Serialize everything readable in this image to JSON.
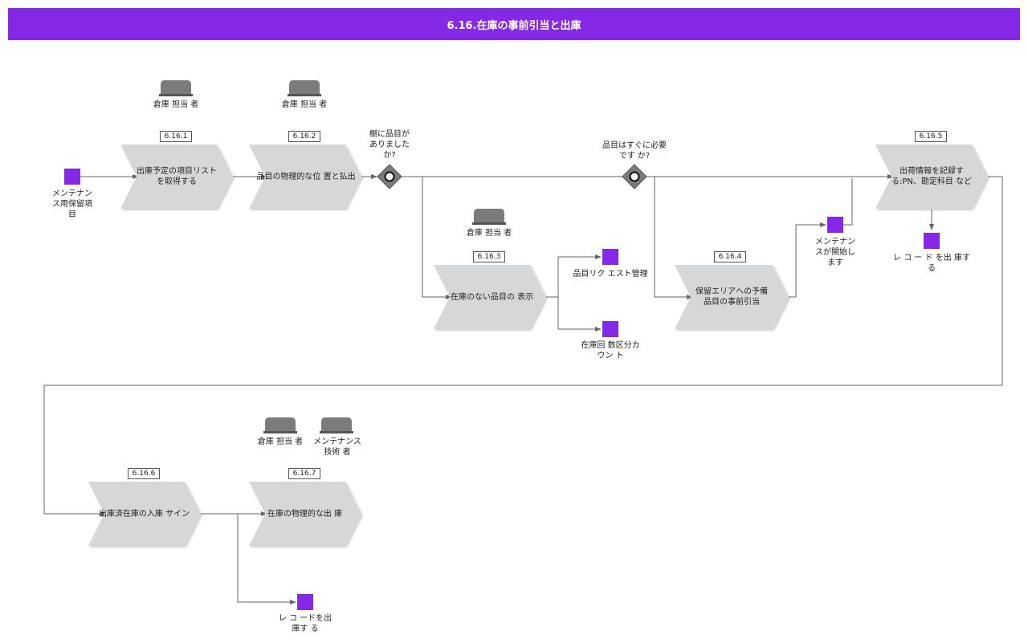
{
  "title": "6.16.在庫の事前引当と出庫",
  "colors": {
    "header": "#8629e6",
    "object": "#8629e6",
    "step": "#d6d7d9",
    "line": "#666666"
  },
  "steps": [
    {
      "id": "6.16.1",
      "label": "出庫予定の項目リストを取得する"
    },
    {
      "id": "6.16.2",
      "label": "品目の物理的な位 置と払出"
    },
    {
      "id": "6.16.3",
      "label": "在庫のない品目の 表示"
    },
    {
      "id": "6.16.4",
      "label": "保留エリアへの予備品目の事前引当"
    },
    {
      "id": "6.16.5",
      "label": "出荷情報を記録する:PN、勘定科目 など"
    },
    {
      "id": "6.16.6",
      "label": "出庫済在庫の入庫 サイン"
    },
    {
      "id": "6.16.7",
      "label": "在庫の物理的な出 庫"
    }
  ],
  "roles": [
    {
      "label": "倉庫 担当 者"
    },
    {
      "label": "倉庫 担当 者"
    },
    {
      "label": "倉庫 担当 者"
    },
    {
      "label": "倉庫 担当 者"
    },
    {
      "label": "メンテナンス技術 者"
    }
  ],
  "objects": [
    {
      "label": "メンテナンス用保留項目"
    },
    {
      "label": "品目リク エスト管理"
    },
    {
      "label": "在庫回 数区分カウン ト"
    },
    {
      "label": "メンテナンスが開始します"
    },
    {
      "label": "レ コ ー ド を出 庫す る"
    },
    {
      "label": "レ コ ードを出 庫す る"
    }
  ],
  "gateways": [
    {
      "label": "棚に品目がありましたか?"
    },
    {
      "label": "品目はすぐに必要です か?"
    }
  ]
}
